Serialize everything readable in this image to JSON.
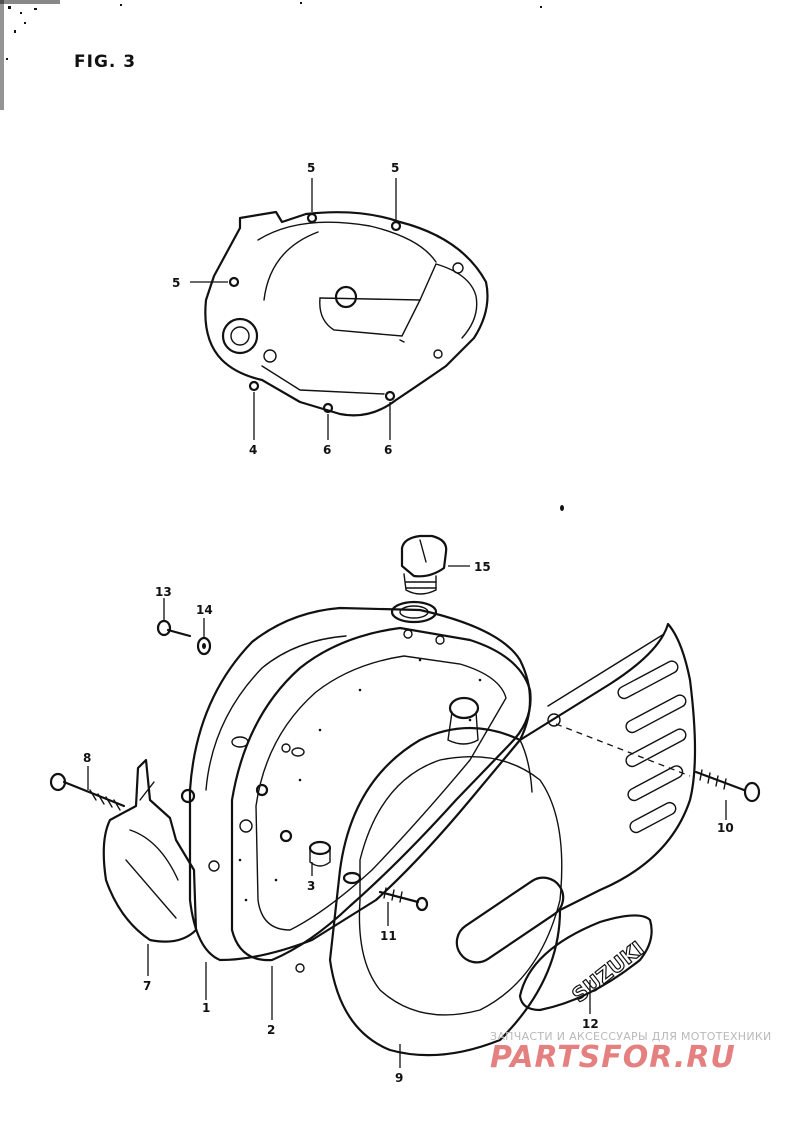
{
  "figure_title": "FIG. 3",
  "callouts": [
    {
      "id": "c-5a",
      "label": "5"
    },
    {
      "id": "c-5b",
      "label": "5"
    },
    {
      "id": "c-5c",
      "label": "5"
    },
    {
      "id": "c-4",
      "label": "4"
    },
    {
      "id": "c-6a",
      "label": "6"
    },
    {
      "id": "c-6b",
      "label": "6"
    },
    {
      "id": "c-15",
      "label": "15"
    },
    {
      "id": "c-13",
      "label": "13"
    },
    {
      "id": "c-14",
      "label": "14"
    },
    {
      "id": "c-8",
      "label": "8"
    },
    {
      "id": "c-10",
      "label": "10"
    },
    {
      "id": "c-3",
      "label": "3"
    },
    {
      "id": "c-11",
      "label": "11"
    },
    {
      "id": "c-7",
      "label": "7"
    },
    {
      "id": "c-1",
      "label": "1"
    },
    {
      "id": "c-2",
      "label": "2"
    },
    {
      "id": "c-12",
      "label": "12"
    },
    {
      "id": "c-9",
      "label": "9"
    }
  ],
  "emblem_text": "SUZUKI",
  "watermark": {
    "tagline": "ЗАПЧАСТИ И АКСЕССУАРЫ ДЛЯ МОТОТЕХНИКИ",
    "brand": "PARTSFOR.RU"
  }
}
